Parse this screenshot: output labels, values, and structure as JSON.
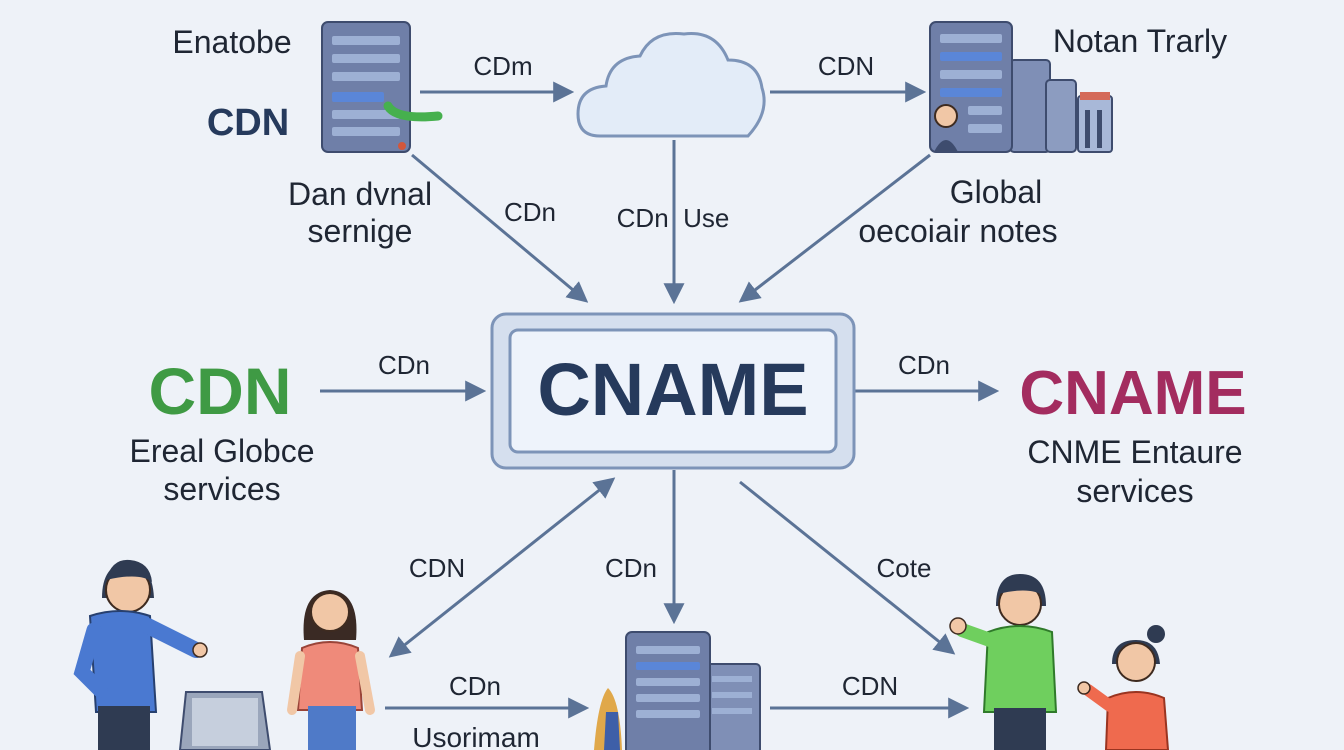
{
  "colors": {
    "background": "#eef2f8",
    "arrow": "#5b7396",
    "navy_text": "#263a5c",
    "text": "#1f2633",
    "green_accent": "#3f9a44",
    "maroon_accent": "#a32c5f",
    "server_body": "#6f7fa8",
    "server_slot": "#9db0d4",
    "server_highlight": "#5a86d8",
    "cloud_fill": "#e3ecf8",
    "cloud_stroke": "#7d94b8",
    "center_fill": "#e4ebf6",
    "center_stroke": "#7d94b8"
  },
  "center": {
    "label": "CNAME"
  },
  "top_left": {
    "title": "Enatobe",
    "subtitle": "CDN",
    "caption_line1": "Dan dvnal",
    "caption_line2": "sernige"
  },
  "top_right": {
    "title": "Notan Trarly",
    "caption_line1": "Global",
    "caption_line2": "oecoiair notes"
  },
  "left": {
    "title": "CDN",
    "caption_line1": "Ereal Globce",
    "caption_line2": "services"
  },
  "right": {
    "title": "CNAME",
    "caption_line1": "CNME Entaure",
    "caption_line2": "services"
  },
  "bottom": {
    "caption": "Usorimam"
  },
  "edge_labels": {
    "top_left_to_cloud": "CDm",
    "cloud_to_top_right": "CDN",
    "top_left_to_center": "CDn",
    "cloud_to_center": "CDn  Use",
    "left_to_center": "CDn",
    "center_to_right": "CDn",
    "center_to_bottom_left": "CDN",
    "center_to_bottom_server": "CDn",
    "center_to_bottom_right": "Cote",
    "bottom_left_to_server": "CDn",
    "server_to_bottom_right": "CDN"
  },
  "icons": {
    "cloud": "cloud-icon",
    "top_left_server": "server-icon",
    "top_right_server": "server-rack-icon",
    "bottom_server": "server-rack-icon",
    "laptop": "laptop-icon",
    "people": "person-icon"
  }
}
